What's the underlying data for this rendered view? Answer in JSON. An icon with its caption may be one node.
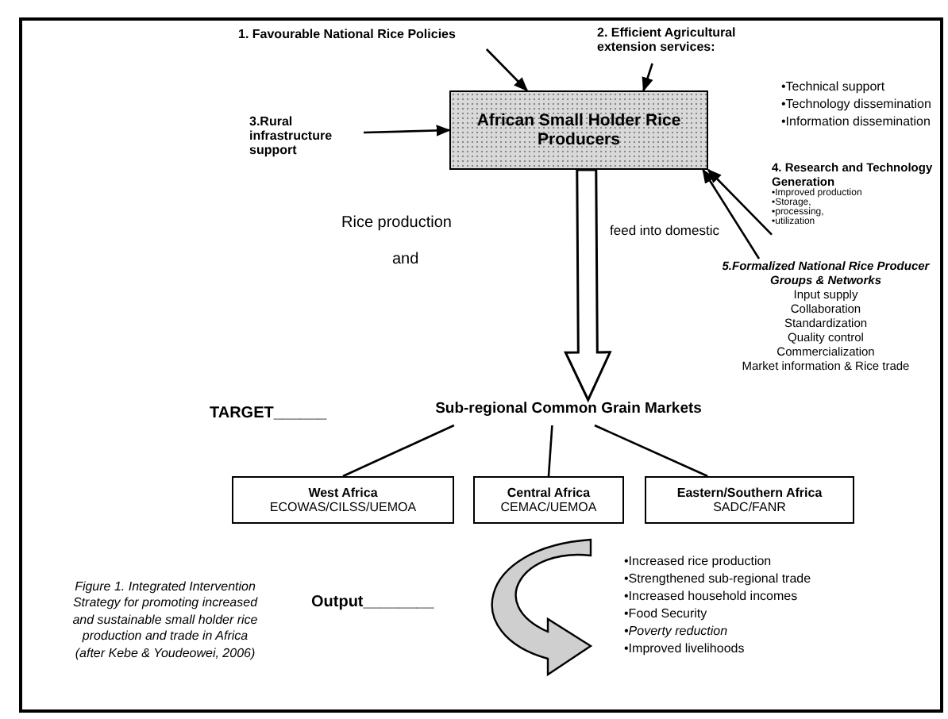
{
  "diagram": {
    "caption": "Figure 1. Integrated Intervention Strategy for promoting increased and sustainable small holder rice production and trade in Africa (after Kebe & Youdeowei, 2006)",
    "nodes": [
      {
        "text": [
          "1. Favourable National Rice Policies"
        ]
      },
      {
        "text": [
          "2. Efficient Agricultural extension services:"
        ]
      },
      {
        "text": [
          "3.Rural infrastructure support"
        ]
      },
      {
        "text": [
          "African Small Holder Rice Producers"
        ]
      },
      {
        "text": [
          "4. Research and Technology Generation",
          "•Improved production",
          "•Storage,",
          "•processing,",
          "•utilization"
        ]
      },
      {
        "text": [
          "5.Formalized National Rice Producer Groups & Networks",
          "Input supply",
          "Collaboration",
          "Standardization",
          "Quality control",
          "Commercialization",
          "Market information & Rice trade"
        ]
      },
      {
        "text": [
          "Sub-regional Common Grain Markets"
        ]
      },
      {
        "text": [
          "West Africa",
          "ECOWAS/CILSS/UEMOA"
        ]
      },
      {
        "text": [
          "Central Africa",
          "CEMAC/UEMOA"
        ]
      },
      {
        "text": [
          "Eastern/Southern Africa",
          "SADC/FANR"
        ]
      }
    ],
    "edges": [
      {
        "from": 0,
        "to": 3,
        "arrow": "to"
      },
      {
        "from": 1,
        "to": 3,
        "arrow": "to"
      },
      {
        "from": 2,
        "to": 3,
        "arrow": "to"
      },
      {
        "from": 4,
        "to": 3,
        "arrow": "to"
      },
      {
        "from": 5,
        "to": 3,
        "arrow": "to"
      },
      {
        "from": 3,
        "to": 6,
        "arrow": "to",
        "style": "thick"
      },
      {
        "from": 6,
        "to": 7,
        "arrow": "none"
      },
      {
        "from": 6,
        "to": 8,
        "arrow": "none"
      },
      {
        "from": 6,
        "to": 9,
        "arrow": "none"
      }
    ],
    "labels": [
      "•Technical support",
      "•Technology dissemination",
      "•Information dissemination",
      "Rice production",
      "and",
      "feed into domestic",
      "TARGET______",
      "Output________",
      "•Increased rice production",
      "•Strengthened sub-regional trade",
      "•Increased household incomes",
      "•Food Security",
      "•Poverty reduction",
      "•Improved livelihoods"
    ]
  }
}
